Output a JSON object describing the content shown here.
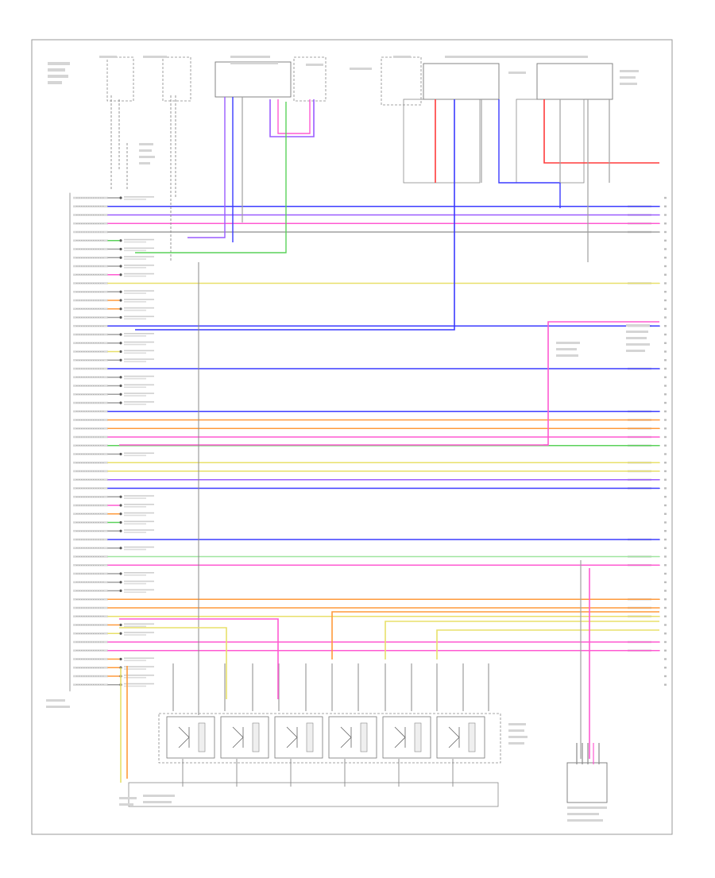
{
  "diagram": {
    "footer_code": "",
    "ecm_label": "",
    "colors": {
      "blue": "#3b3bff",
      "violet": "#9a5cff",
      "pink": "#ff5ad2",
      "red": "#ff3b3b",
      "orange": "#ff9a3b",
      "yellow": "#e8e06a",
      "green": "#5ad25a",
      "gray": "#a0a0a0",
      "brown": "#b07a3b",
      "lightgreen": "#9fe59f"
    },
    "bus_colors": [
      "gray",
      "blue",
      "violet",
      "pink",
      "gray",
      "green",
      "gray",
      "gray",
      "gray",
      "pink",
      "yellow",
      "gray",
      "orange",
      "orange",
      "gray",
      "blue",
      "gray",
      "gray",
      "yellow",
      "gray",
      "blue",
      "gray",
      "gray",
      "gray",
      "gray",
      "blue",
      "orange",
      "orange",
      "pink",
      "green",
      "gray",
      "yellow",
      "yellow",
      "violet",
      "blue",
      "gray",
      "pink",
      "orange",
      "green",
      "gray",
      "blue",
      "gray",
      "green",
      "pink",
      "gray",
      "gray",
      "gray",
      "orange",
      "gray",
      "orange",
      "orange",
      "yellow",
      "pink",
      "pink",
      "orange",
      "orange",
      "orange",
      "gray"
    ],
    "long_wire_colors": {
      "1": "blue",
      "2": "violet",
      "3": "pink",
      "4": "gray",
      "10": "yellow",
      "15": "blue",
      "20": "blue",
      "25": "blue",
      "26": "orange",
      "27": "orange",
      "28": "pink",
      "29": "green",
      "31": "yellow",
      "32": "yellow",
      "33": "violet",
      "34": "blue",
      "40": "blue",
      "42": "lightgreen",
      "43": "pink",
      "47": "orange",
      "48": "orange",
      "49": "yellow",
      "52": "pink",
      "53": "pink"
    }
  }
}
